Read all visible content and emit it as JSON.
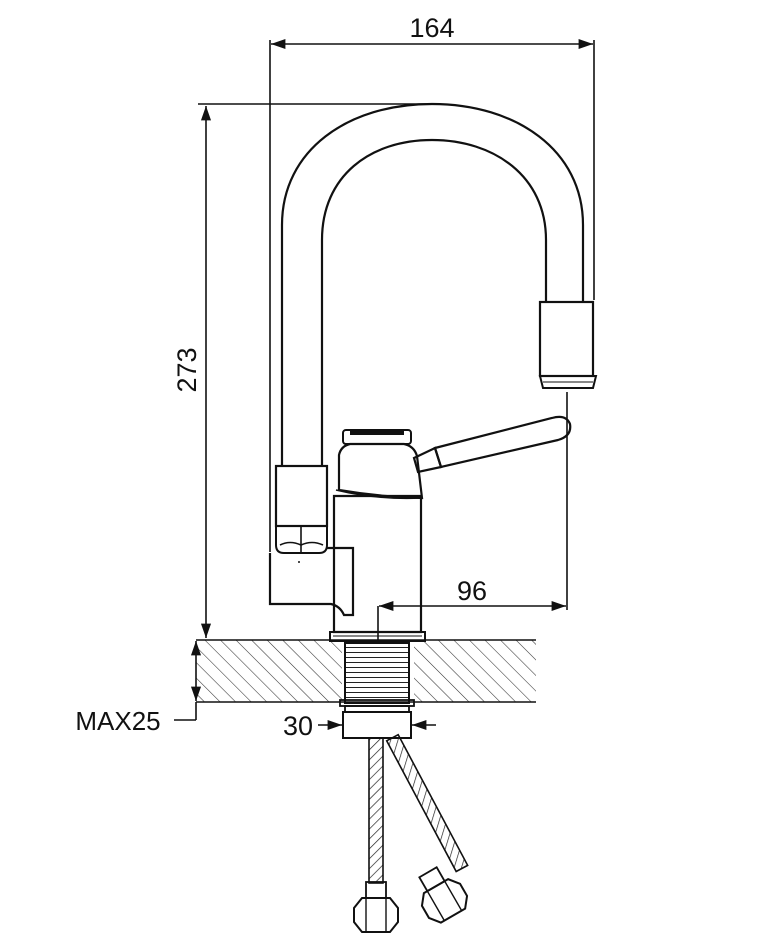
{
  "dimensions": {
    "overall_width": "164",
    "overall_height": "273",
    "spout_reach": "96",
    "max_counter_thickness": "MAX25",
    "shank_diameter": "30"
  }
}
